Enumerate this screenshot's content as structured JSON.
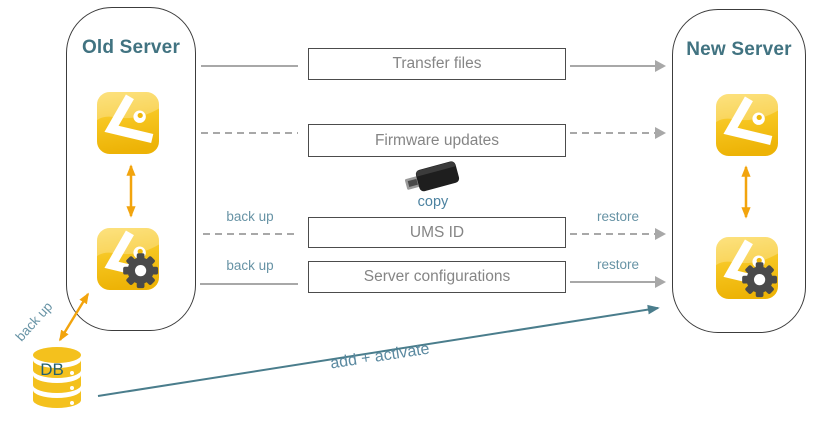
{
  "old_server": {
    "title": "Old Server"
  },
  "new_server": {
    "title": "New Server"
  },
  "steps": {
    "transfer_files": "Transfer files",
    "firmware_updates": "Firmware updates",
    "ums_id": "UMS ID",
    "server_configurations": "Server configurations"
  },
  "labels": {
    "back_up_ums": "back up",
    "restore_ums": "restore",
    "back_up_config": "back up",
    "restore_config": "restore",
    "copy": "copy",
    "db": "DB",
    "back_up_db": "back up",
    "add_activate": "add + activate"
  },
  "icons": {
    "ums_app": "igel-ums-application-icon",
    "ums_config": "igel-ums-configuration-gear-icon",
    "usb_stick": "usb-stick-icon",
    "database": "database-cylinder-icon",
    "sync_arrow": "orange-sync-double-arrow-icon",
    "transfer_arrow": "gray-right-arrow-icon"
  },
  "colors": {
    "server_title": "#417381",
    "teal_label": "#6793a5",
    "teal_arrow": "#4a7d8c",
    "gray_arrow": "#a8a8a8",
    "box_border": "#4c4c4c",
    "box_text": "#858585",
    "orange": "#f2a40d",
    "icon_yellow": "#f0ba10",
    "db_yellow": "#f4c11d"
  }
}
